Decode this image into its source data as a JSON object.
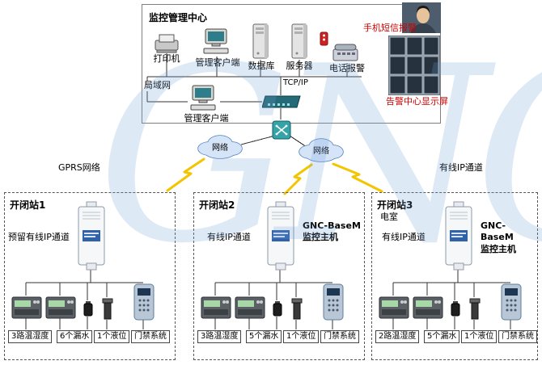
{
  "watermark": "GNC",
  "center": {
    "title": "监控管理中心",
    "printer_label": "打印机",
    "client1_label": "管理客户端",
    "database_label": "数据库",
    "server_label": "服务器",
    "phone_alarm_label": "电话报警",
    "sms_alarm_label": "手机短信报警",
    "display_wall_label": "告警中心显示屏",
    "client2_label": "管理客户端",
    "tcpip_label": "TCP/IP",
    "lan_label": "局域网"
  },
  "network": {
    "cloud_left_label": "网络",
    "cloud_right_label": "网络",
    "gprs_label": "GPRS网络",
    "wired_label": "有线IP通道"
  },
  "stations": [
    {
      "title": "开闭站1",
      "subtitle": "",
      "channel": "预留有线IP通道",
      "host": "",
      "sensors": [
        "3路温湿度",
        "6个漏水",
        "1个液位",
        "门禁系统"
      ]
    },
    {
      "title": "开闭站2",
      "subtitle": "",
      "channel": "有线IP通道",
      "host": "GNC-BaseM\n监控主机",
      "sensors": [
        "3路温湿度",
        "5个漏水",
        "1个液位",
        "门禁系统"
      ]
    },
    {
      "title": "开闭站3",
      "subtitle": "电室",
      "channel": "有线IP通道",
      "host": "GNC-BaseM\n监控主机",
      "sensors": [
        "2路温湿度",
        "5个漏水",
        "1个液位",
        "门禁系统"
      ]
    }
  ],
  "colors": {
    "accent_red": "#cc0000",
    "bolt_yellow": "#f2c500",
    "cloud_fill": "#d6e4f7",
    "cloud_stroke": "#4f81bd",
    "watermark_blue": "#6f9fd8"
  }
}
